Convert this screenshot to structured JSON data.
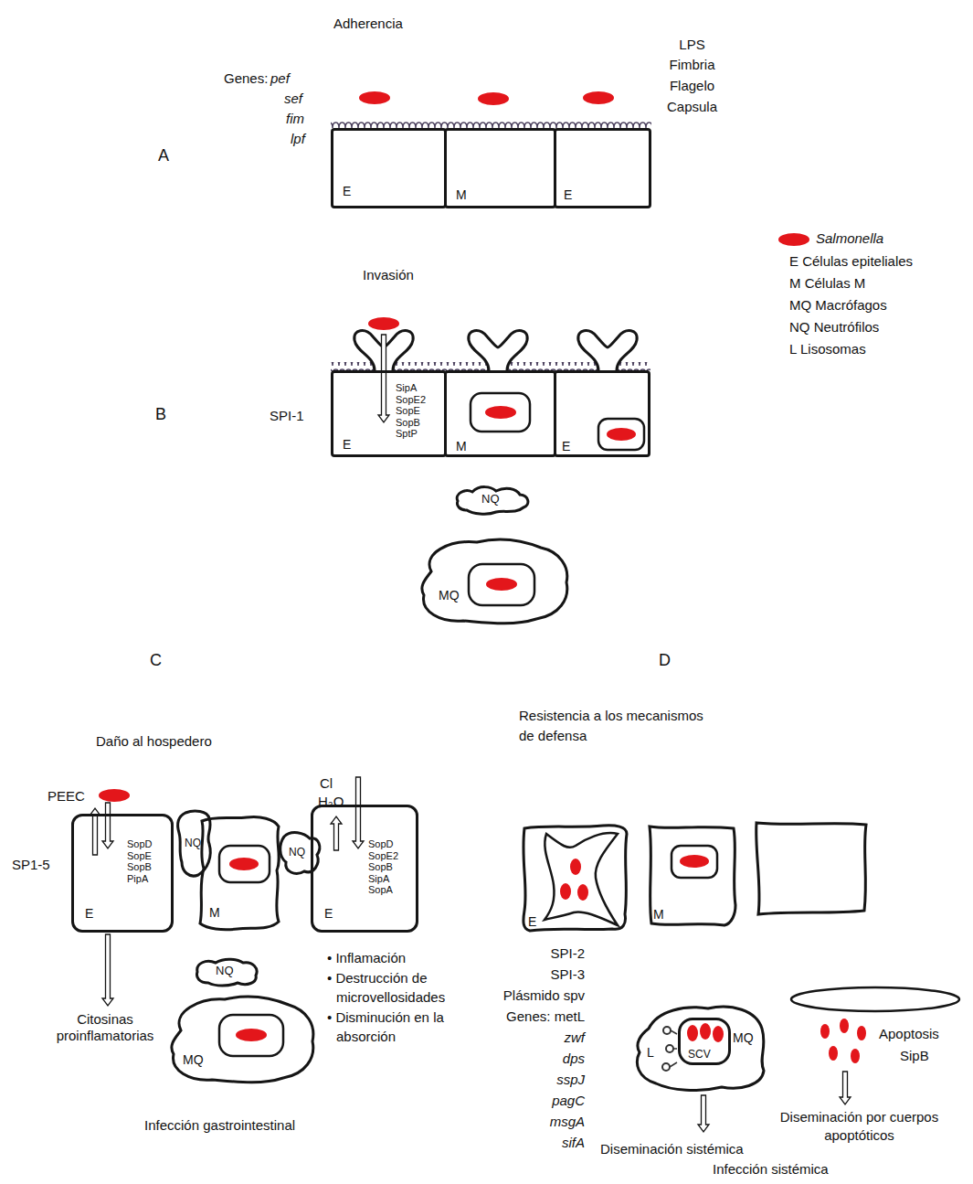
{
  "diagram": {
    "nodes": [
      {
        "text": [
          "E"
        ]
      },
      {
        "text": [
          "M"
        ]
      },
      {
        "text": [
          "E"
        ]
      },
      {
        "text": [
          "E",
          "SipA SopE2 SopE SopB SptP"
        ]
      },
      {
        "text": [
          "M"
        ]
      },
      {
        "text": [
          "E"
        ]
      },
      {
        "text": [
          "NQ"
        ]
      },
      {
        "text": [
          "MQ"
        ]
      },
      {
        "text": [
          "E",
          "SopD SopE SopB PipA"
        ]
      },
      {
        "text": [
          "NQ"
        ]
      },
      {
        "text": [
          "M"
        ]
      },
      {
        "text": [
          "NQ"
        ]
      },
      {
        "text": [
          "E",
          "SopD SopE2 SopB SipA SopA"
        ]
      },
      {
        "text": [
          "NQ"
        ]
      },
      {
        "text": [
          "MQ"
        ]
      },
      {
        "text": [
          "E"
        ]
      },
      {
        "text": [
          "M"
        ]
      },
      {
        "text": [
          "MQ",
          "L"
        ]
      },
      {
        "text": [
          "SCV"
        ],
        "in": 17
      }
    ],
    "labels": [
      "Adherencia",
      "Genes:",
      "pef",
      "sef",
      "fim",
      "lpf",
      "LPS",
      "Fimbria",
      "Flagelo",
      "Capsula",
      "A",
      "Invasión",
      "B",
      "SPI-1",
      "C",
      "D",
      "Daño al hospedero",
      "PEEC",
      "SP1-5",
      "Cl",
      "H₂O",
      "Citosinas proinflamatorias",
      "• Inflamación",
      "• Destrucción de microvellosidades",
      "• Disminución en la absorción",
      "Infección gastrointestinal",
      "Resistencia a los mecanismos de defensa",
      "SPI-2",
      "SPI-3",
      "Plásmido spv",
      "Genes: metL",
      "zwf",
      "dps",
      "sspJ",
      "pagC",
      "msgA",
      "sifA",
      "Apoptosis",
      "SipB",
      "Diseminación por cuerpos apoptóticos",
      "Diseminación sistémica",
      "Infección sistémica"
    ],
    "legend": [
      {
        "text": "Salmonella",
        "color": "#e3161b"
      },
      {
        "text": "E Células epiteliales"
      },
      {
        "text": "M Células M"
      },
      {
        "text": "MQ Macrófagos"
      },
      {
        "text": "NQ Neutrófilos"
      },
      {
        "text": "L Lisosomas"
      }
    ]
  }
}
